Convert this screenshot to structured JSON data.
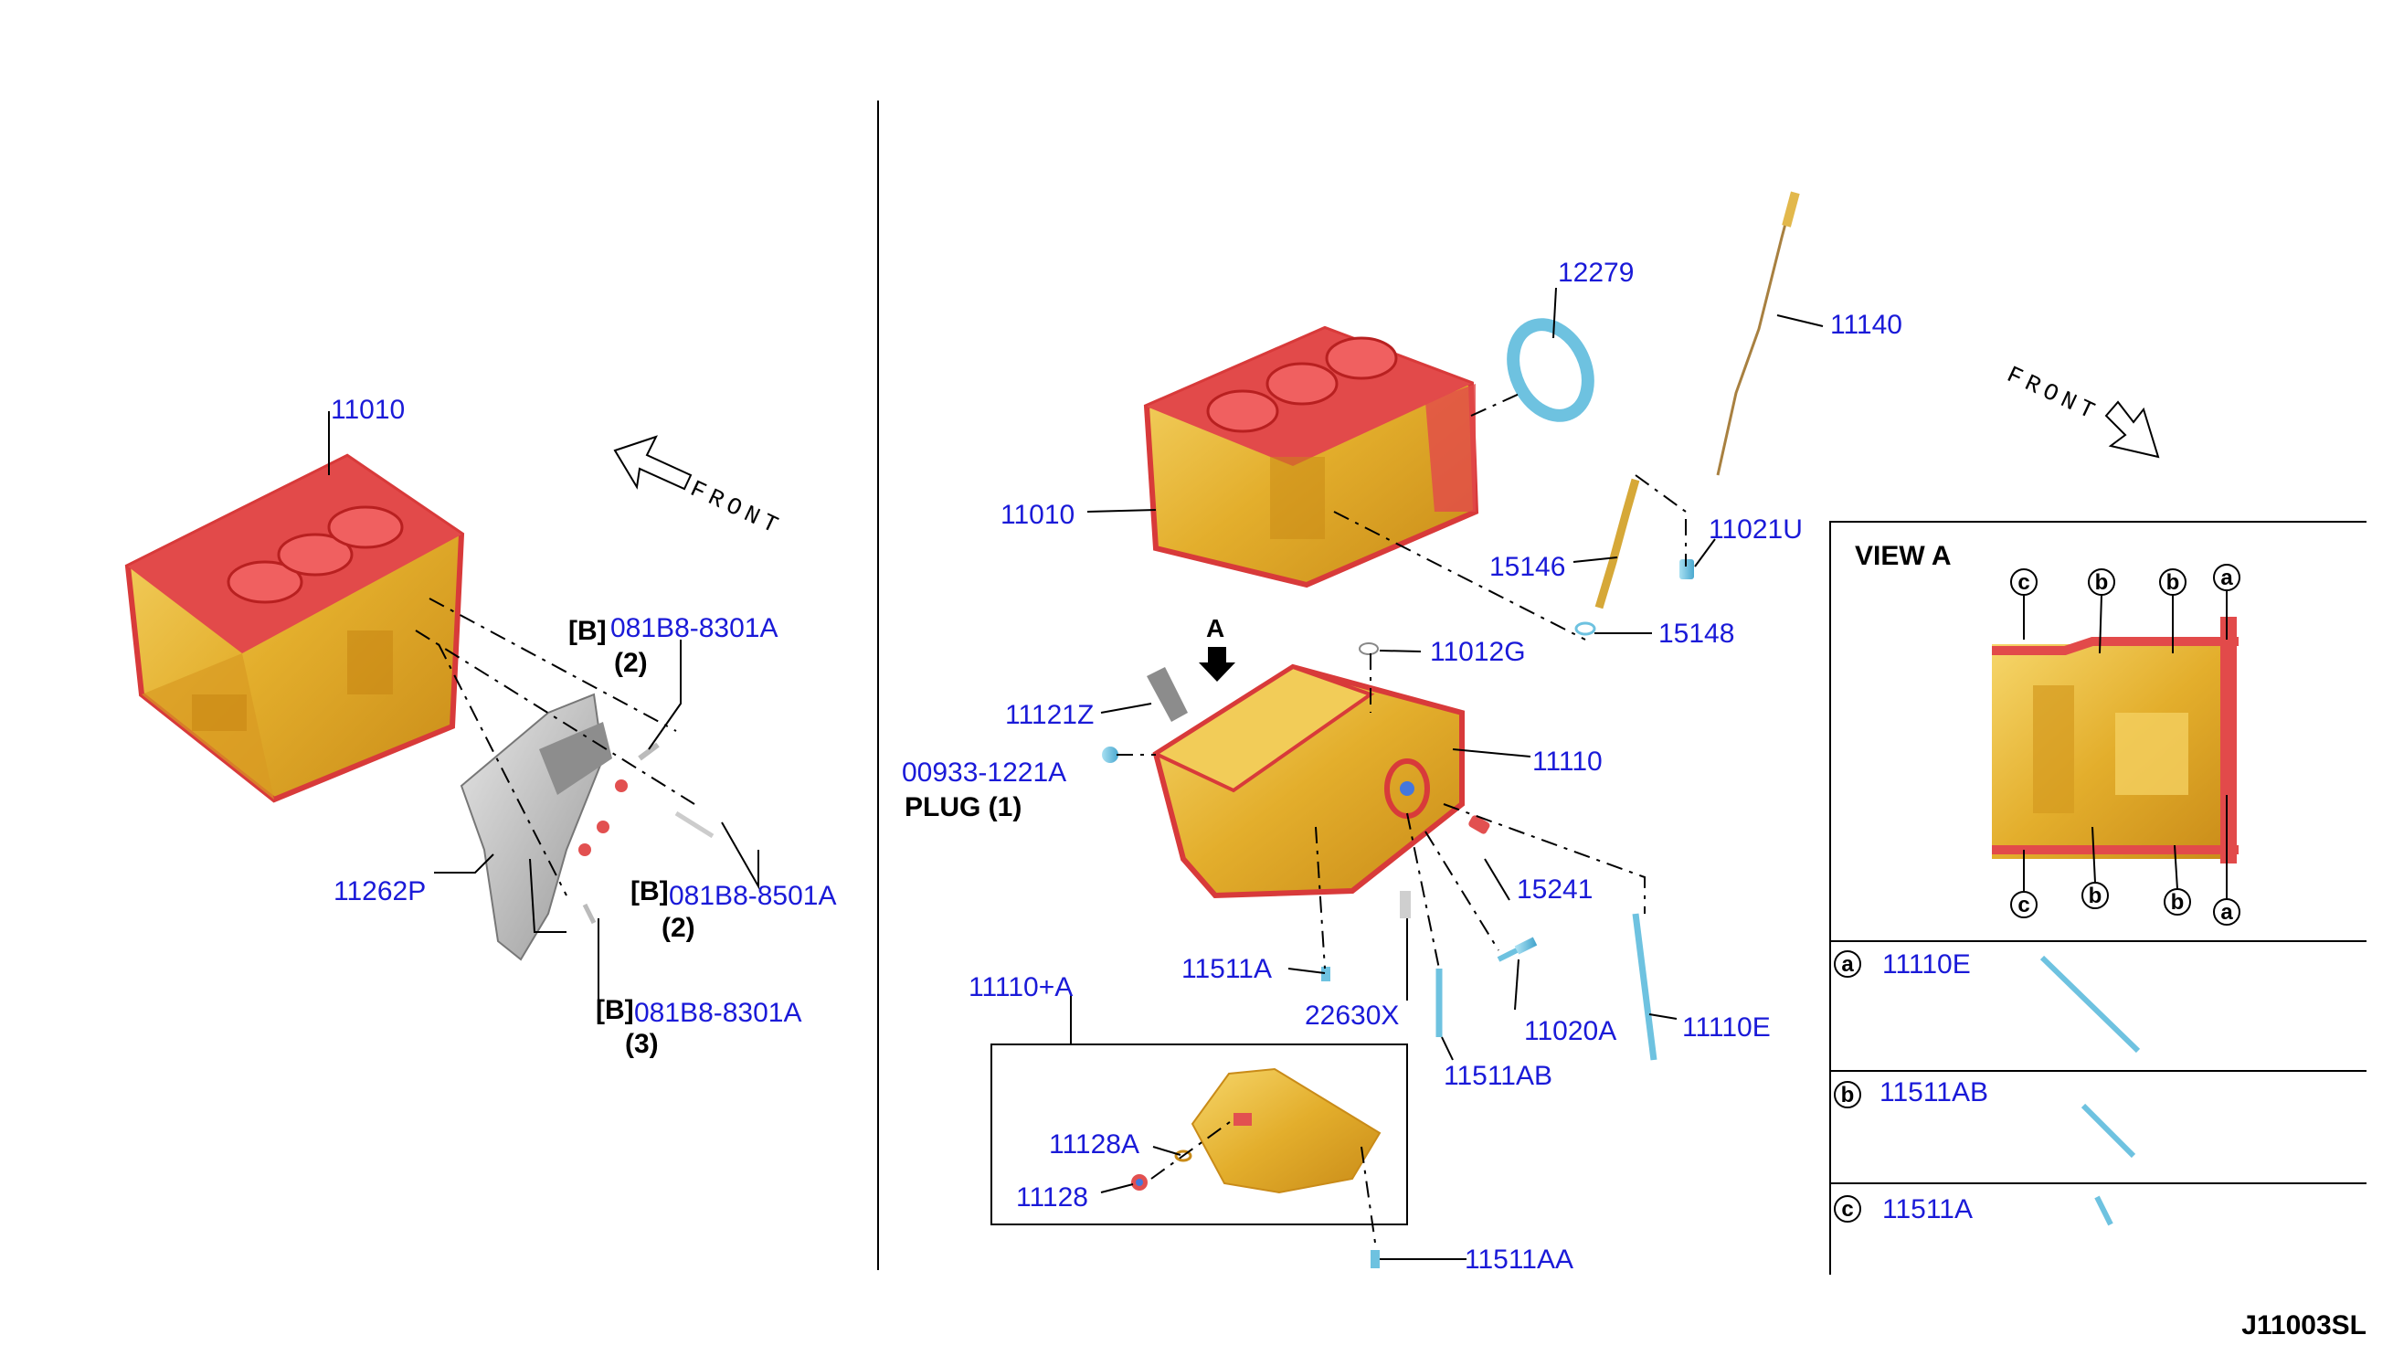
{
  "left_panel": {
    "block_part": "11010",
    "bracket_part": "11262P",
    "front_label": "FRONT",
    "bolt_1": {
      "prefix": "[B]",
      "part": "081B8-8301A",
      "qty": "(2)"
    },
    "bolt_2": {
      "prefix": "[B]",
      "part": "081B8-8501A",
      "qty": "(2)"
    },
    "bolt_3": {
      "prefix": "[B]",
      "part": "081B8-8301A",
      "qty": "(3)"
    }
  },
  "right_panel": {
    "front_label": "FRONT",
    "view_arrow": "A",
    "parts": {
      "p12279": "12279",
      "p11140": "11140",
      "p11010": "11010",
      "p11021u": "11021U",
      "p15146": "15146",
      "p15148": "15148",
      "p11012g": "11012G",
      "p11121z": "11121Z",
      "p11110": "11110",
      "p00933": "00933-1221A",
      "plug": "PLUG (1)",
      "p15241": "15241",
      "p11511a": "11511A",
      "p22630x": "22630X",
      "p11020a": "11020A",
      "p11110e": "11110E",
      "p11511ab": "11511AB",
      "p11110a": "11110+A",
      "p11128a": "11128A",
      "p11128": "11128",
      "p11511aa": "11511AA"
    }
  },
  "view_a": {
    "title": "VIEW A",
    "top_markers": [
      "c",
      "b",
      "b",
      "a"
    ],
    "bottom_markers": [
      "c",
      "b",
      "b",
      "a"
    ],
    "legend": [
      {
        "marker": "a",
        "part": "11110E"
      },
      {
        "marker": "b",
        "part": "11511AB"
      },
      {
        "marker": "c",
        "part": "11511A"
      }
    ]
  },
  "drawing_code": "J11003SL",
  "colors": {
    "part_number": "#1a1ad8",
    "block_red": "#e23a3a",
    "block_gold": "#e8b83a",
    "bolt_blue": "#7cc8e6",
    "bracket_gray": "#b8b8b8"
  }
}
